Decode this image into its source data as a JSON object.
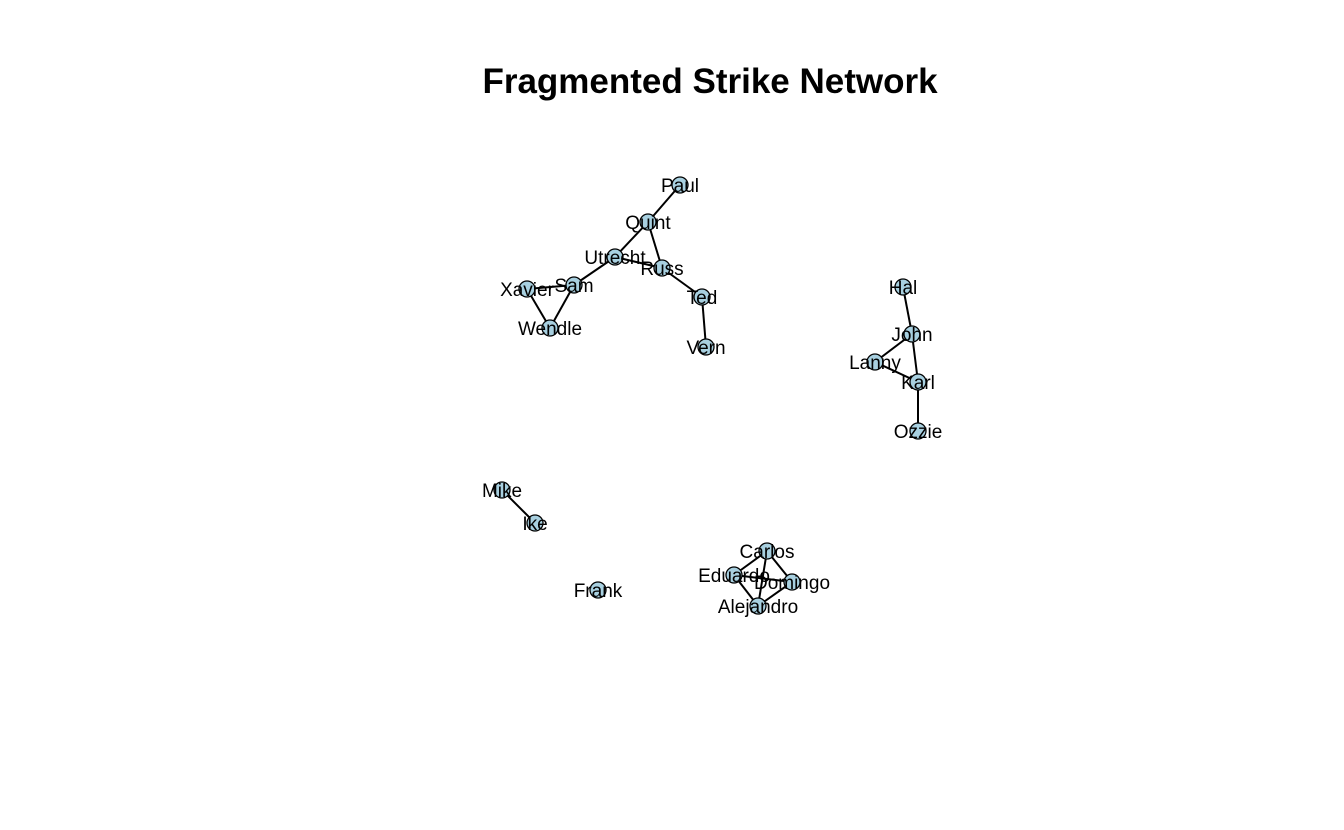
{
  "title": "Fragmented Strike Network",
  "colors": {
    "node_fill": "#a8d0e0",
    "node_stroke": "#000000",
    "edge": "#000000",
    "background": "#ffffff"
  },
  "nodes": [
    {
      "id": "Paul",
      "label": "Paul"
    },
    {
      "id": "Quint",
      "label": "Quint"
    },
    {
      "id": "Utrecht",
      "label": "Utrecht"
    },
    {
      "id": "Russ",
      "label": "Russ"
    },
    {
      "id": "Ted",
      "label": "Ted"
    },
    {
      "id": "Vern",
      "label": "Vern"
    },
    {
      "id": "Sam",
      "label": "Sam"
    },
    {
      "id": "Xavier",
      "label": "Xavier"
    },
    {
      "id": "Wendle",
      "label": "Wendle"
    },
    {
      "id": "Hal",
      "label": "Hal"
    },
    {
      "id": "John",
      "label": "John"
    },
    {
      "id": "Lanny",
      "label": "Lanny"
    },
    {
      "id": "Karl",
      "label": "Karl"
    },
    {
      "id": "Ozzie",
      "label": "Ozzie"
    },
    {
      "id": "Mike",
      "label": "Mike"
    },
    {
      "id": "Ike",
      "label": "Ike"
    },
    {
      "id": "Frank",
      "label": "Frank"
    },
    {
      "id": "Carlos",
      "label": "Carlos"
    },
    {
      "id": "Eduardo",
      "label": "Eduardo"
    },
    {
      "id": "Domingo",
      "label": "Domingo"
    },
    {
      "id": "Alejandro",
      "label": "Alejandro"
    }
  ],
  "edges": [
    [
      "Paul",
      "Quint"
    ],
    [
      "Quint",
      "Utrecht"
    ],
    [
      "Quint",
      "Russ"
    ],
    [
      "Utrecht",
      "Russ"
    ],
    [
      "Utrecht",
      "Sam"
    ],
    [
      "Russ",
      "Ted"
    ],
    [
      "Ted",
      "Vern"
    ],
    [
      "Sam",
      "Xavier"
    ],
    [
      "Sam",
      "Wendle"
    ],
    [
      "Xavier",
      "Wendle"
    ],
    [
      "Hal",
      "John"
    ],
    [
      "John",
      "Lanny"
    ],
    [
      "John",
      "Karl"
    ],
    [
      "Lanny",
      "Karl"
    ],
    [
      "Karl",
      "Ozzie"
    ],
    [
      "Mike",
      "Ike"
    ],
    [
      "Carlos",
      "Eduardo"
    ],
    [
      "Carlos",
      "Domingo"
    ],
    [
      "Carlos",
      "Alejandro"
    ],
    [
      "Eduardo",
      "Domingo"
    ],
    [
      "Eduardo",
      "Alejandro"
    ],
    [
      "Domingo",
      "Alejandro"
    ]
  ]
}
